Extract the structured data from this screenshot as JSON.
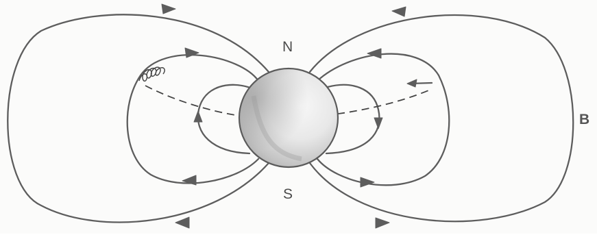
{
  "labels": {
    "north": "N",
    "south": "S",
    "field": "B"
  },
  "colors": {
    "line": "#5d5d5d",
    "equator": "#444444",
    "planet_light": "#f4f4f4",
    "planet_dark": "#a9a9a9",
    "background": "#fbfbfa"
  },
  "icons": {
    "planet": "sphere-icon",
    "trapped_particle": "helix-icon"
  }
}
